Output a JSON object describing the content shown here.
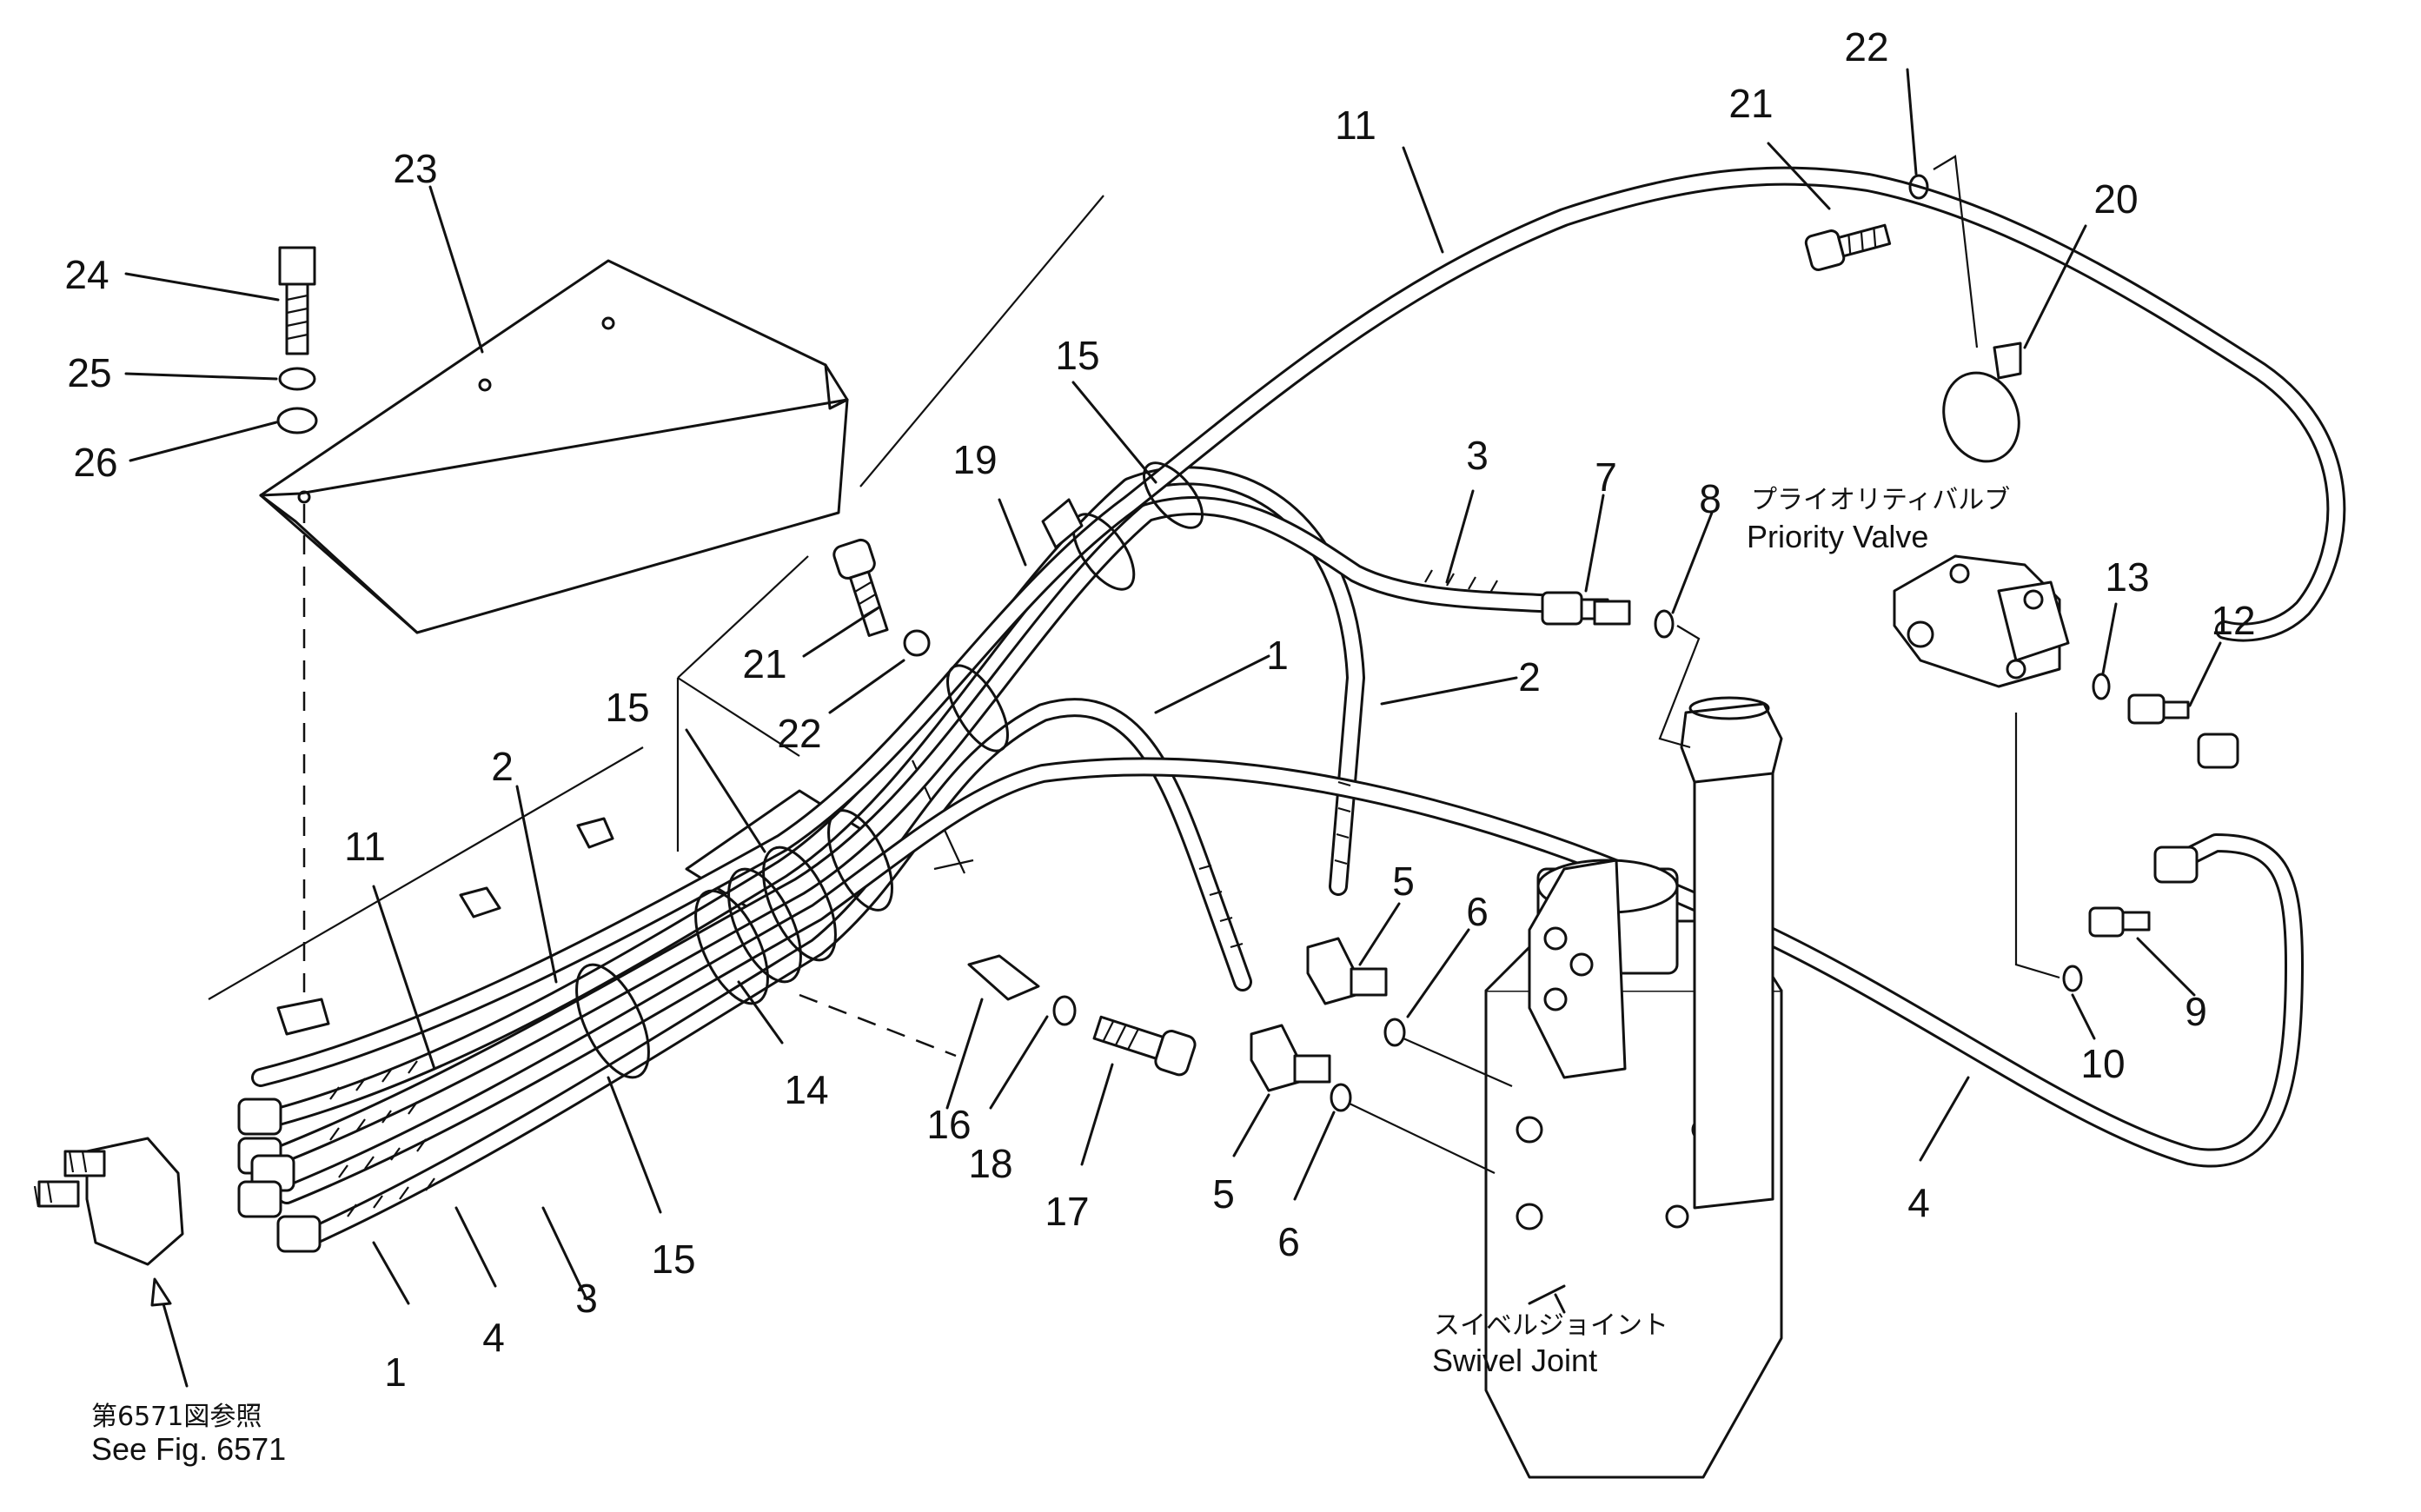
{
  "callouts": [
    {
      "id": "c1a",
      "text": "1"
    },
    {
      "id": "c1b",
      "text": "1"
    },
    {
      "id": "c2a",
      "text": "2"
    },
    {
      "id": "c2b",
      "text": "2"
    },
    {
      "id": "c3a",
      "text": "3"
    },
    {
      "id": "c3b",
      "text": "3"
    },
    {
      "id": "c4a",
      "text": "4"
    },
    {
      "id": "c4b",
      "text": "4"
    },
    {
      "id": "c5a",
      "text": "5"
    },
    {
      "id": "c5b",
      "text": "5"
    },
    {
      "id": "c6a",
      "text": "6"
    },
    {
      "id": "c6b",
      "text": "6"
    },
    {
      "id": "c7",
      "text": "7"
    },
    {
      "id": "c8",
      "text": "8"
    },
    {
      "id": "c9",
      "text": "9"
    },
    {
      "id": "c10",
      "text": "10"
    },
    {
      "id": "c11a",
      "text": "11"
    },
    {
      "id": "c11b",
      "text": "11"
    },
    {
      "id": "c12",
      "text": "12"
    },
    {
      "id": "c13",
      "text": "13"
    },
    {
      "id": "c14",
      "text": "14"
    },
    {
      "id": "c15a",
      "text": "15"
    },
    {
      "id": "c15b",
      "text": "15"
    },
    {
      "id": "c15c",
      "text": "15"
    },
    {
      "id": "c16",
      "text": "16"
    },
    {
      "id": "c17",
      "text": "17"
    },
    {
      "id": "c18",
      "text": "18"
    },
    {
      "id": "c19",
      "text": "19"
    },
    {
      "id": "c20",
      "text": "20"
    },
    {
      "id": "c21a",
      "text": "21"
    },
    {
      "id": "c21b",
      "text": "21"
    },
    {
      "id": "c22a",
      "text": "22"
    },
    {
      "id": "c22b",
      "text": "22"
    },
    {
      "id": "c23",
      "text": "23"
    },
    {
      "id": "c24",
      "text": "24"
    },
    {
      "id": "c25",
      "text": "25"
    },
    {
      "id": "c26",
      "text": "26"
    }
  ],
  "captions": {
    "priority_valve_jp": "プライオリティバルブ",
    "priority_valve_en": "Priority  Valve",
    "swivel_joint_jp": "スイベルジョイント",
    "swivel_joint_en": "Swivel  Joint",
    "see_fig_jp": "第6571図参照",
    "see_fig_en": "See  Fig.  6571"
  }
}
